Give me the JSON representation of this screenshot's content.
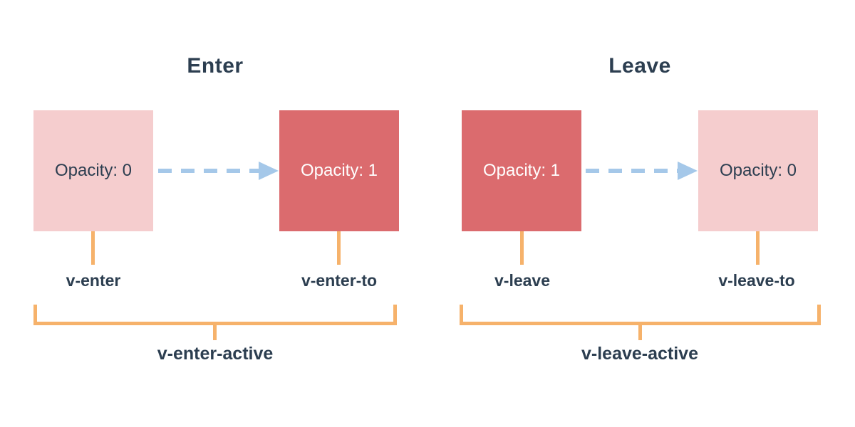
{
  "diagram": {
    "sections": [
      {
        "title": "Enter",
        "from_box": {
          "label": "Opacity: 0"
        },
        "to_box": {
          "label": "Opacity: 1"
        },
        "from_class": "v-enter",
        "to_class": "v-enter-to",
        "active_class": "v-enter-active"
      },
      {
        "title": "Leave",
        "from_box": {
          "label": "Opacity: 1"
        },
        "to_box": {
          "label": "Opacity: 0"
        },
        "from_class": "v-leave",
        "to_class": "v-leave-to",
        "active_class": "v-leave-active"
      }
    ],
    "colors": {
      "faded_box": "#f5cdce",
      "solid_box": "#db6b6e",
      "text_dark": "#2c3e50",
      "text_on_solid": "#ffffff",
      "bracket_orange": "#f6b26b",
      "arrow_blue": "#a5c8e9",
      "background": "#ffffff"
    }
  }
}
